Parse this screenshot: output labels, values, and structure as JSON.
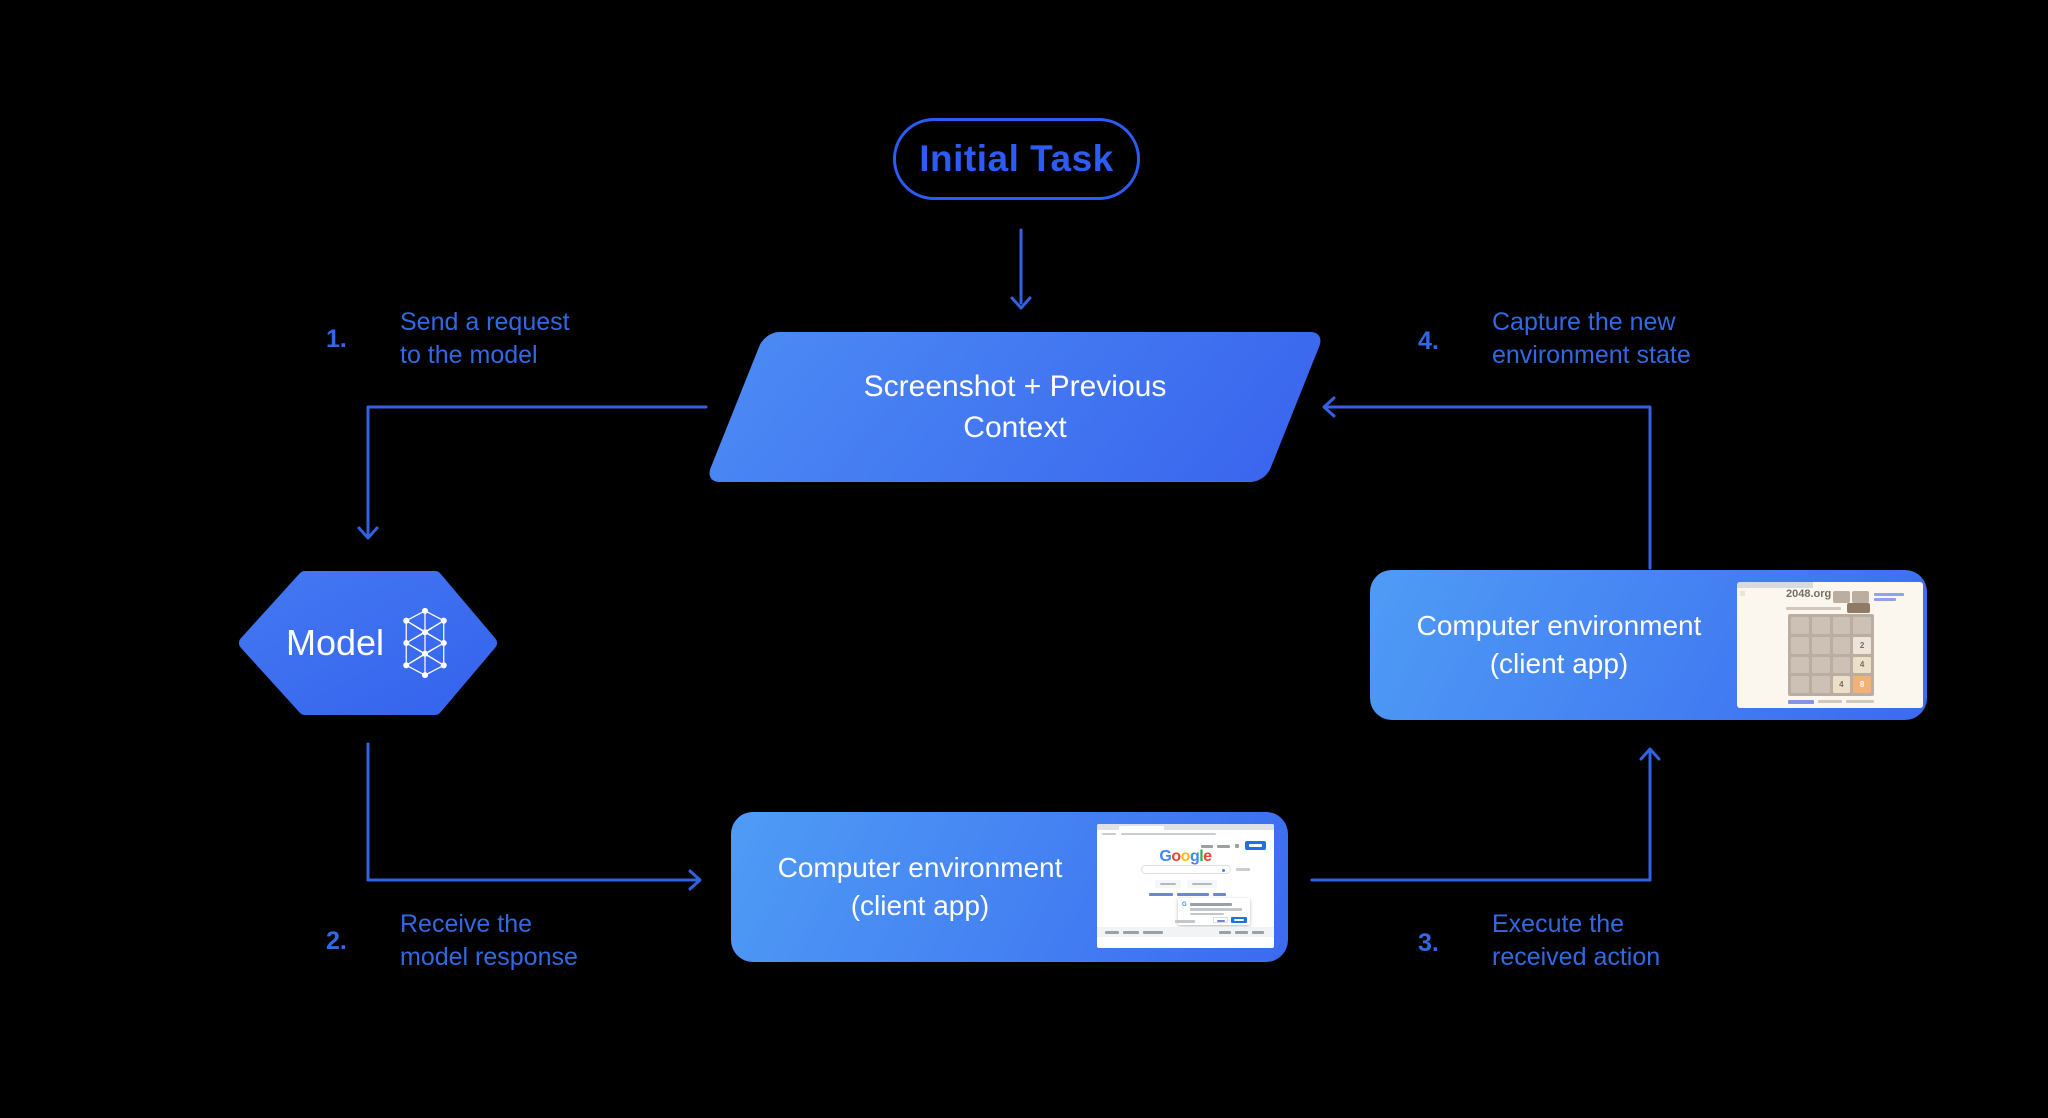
{
  "diagram": {
    "initial_task": {
      "label": "Initial Task"
    },
    "screenshot_node": {
      "line1": "Screenshot + Previous",
      "line2": "Context"
    },
    "model_node": {
      "label": "Model"
    },
    "env_right": {
      "line1": "Computer environment",
      "line2": "(client app)"
    },
    "env_bottom": {
      "line1": "Computer environment",
      "line2": "(client app)"
    },
    "steps": {
      "s1": {
        "num": "1.",
        "line1": "Send a request",
        "line2": "to the model"
      },
      "s2": {
        "num": "2.",
        "line1": "Receive the",
        "line2": "model response"
      },
      "s3": {
        "num": "3.",
        "line1": "Execute the",
        "line2": "received action"
      },
      "s4": {
        "num": "4.",
        "line1": "Capture the new",
        "line2": "environment state"
      }
    }
  },
  "thumb_2048": {
    "site_title": "2048.org",
    "tiles": {
      "r2c4": "2",
      "r3c4": "4",
      "r4c3": "4",
      "r4c4": "8"
    }
  },
  "thumb_google": {
    "logo_letters": [
      "G",
      "o",
      "o",
      "g",
      "l",
      "e"
    ]
  },
  "colors": {
    "accent_blue": "#2d5bf7",
    "connector_blue": "#3162e2",
    "label_blue": "#3169e5",
    "node_gradient_light": "#4f9cf5",
    "node_gradient_dark": "#3a66ee",
    "google_blue": "#1a73e8",
    "tile_orange": "#f2b179",
    "tile_text_brown": "#776e65"
  }
}
